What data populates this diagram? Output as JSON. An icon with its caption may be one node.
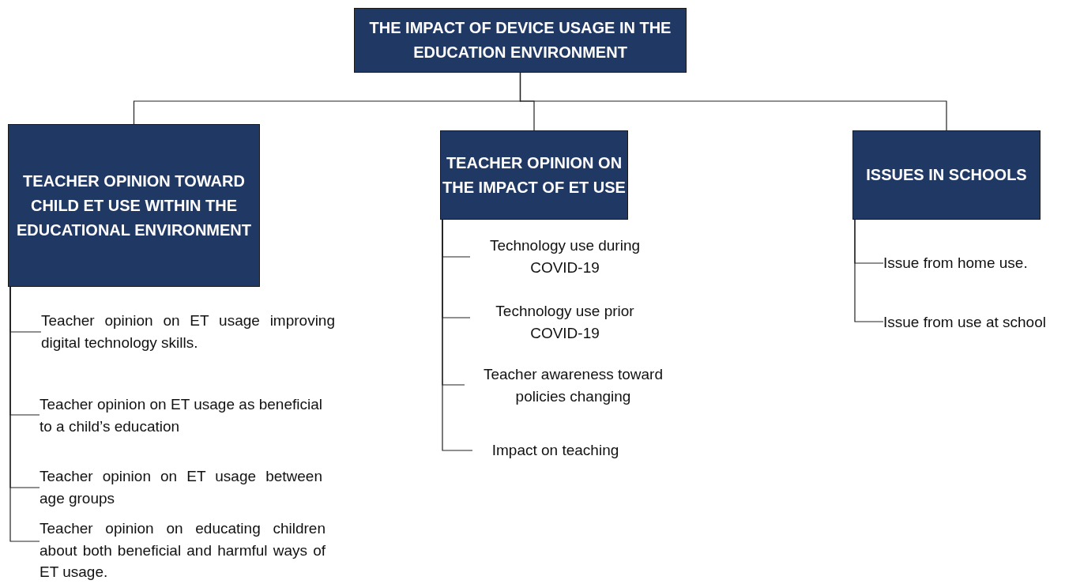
{
  "diagram": {
    "nodes": [
      {
        "text": [
          "THE IMPACT OF DEVICE USAGE IN THE EDUCATION ENVIRONMENT"
        ]
      },
      {
        "text": [
          "TEACHER OPINION TOWARD CHILD ET USE WITHIN THE EDUCATIONAL ENVIRONMENT"
        ]
      },
      {
        "text": [
          "TEACHER OPINION ON THE IMPACT OF ET USE"
        ]
      },
      {
        "text": [
          "ISSUES IN SCHOOLS"
        ]
      },
      {
        "text": [
          "Teacher opinion on ET usage improving digital technology skills."
        ]
      },
      {
        "text": [
          "Teacher opinion on ET usage as beneficial to a child’s education"
        ]
      },
      {
        "text": [
          "Teacher opinion on ET usage between age groups"
        ]
      },
      {
        "text": [
          "Teacher opinion on educating children about both beneficial and harmful ways of ET usage."
        ]
      },
      {
        "text": [
          "Technology use during COVID-19"
        ]
      },
      {
        "text": [
          "Technology use prior COVID-19"
        ]
      },
      {
        "text": [
          "Teacher awareness toward policies changing"
        ]
      },
      {
        "text": [
          "Impact on teaching"
        ]
      },
      {
        "text": [
          "Issue from home use."
        ]
      },
      {
        "text": [
          "Issue from use at school"
        ]
      }
    ],
    "edges": [
      {
        "from": 0,
        "to": 1,
        "arrow": "none"
      },
      {
        "from": 0,
        "to": 2,
        "arrow": "none"
      },
      {
        "from": 0,
        "to": 3,
        "arrow": "none"
      },
      {
        "from": 1,
        "to": 4,
        "arrow": "none"
      },
      {
        "from": 1,
        "to": 5,
        "arrow": "none"
      },
      {
        "from": 1,
        "to": 6,
        "arrow": "none"
      },
      {
        "from": 1,
        "to": 7,
        "arrow": "none"
      },
      {
        "from": 2,
        "to": 8,
        "arrow": "none"
      },
      {
        "from": 2,
        "to": 9,
        "arrow": "none"
      },
      {
        "from": 2,
        "to": 10,
        "arrow": "none"
      },
      {
        "from": 2,
        "to": 11,
        "arrow": "none"
      },
      {
        "from": 3,
        "to": 12,
        "arrow": "none"
      },
      {
        "from": 3,
        "to": 13,
        "arrow": "none"
      }
    ]
  }
}
